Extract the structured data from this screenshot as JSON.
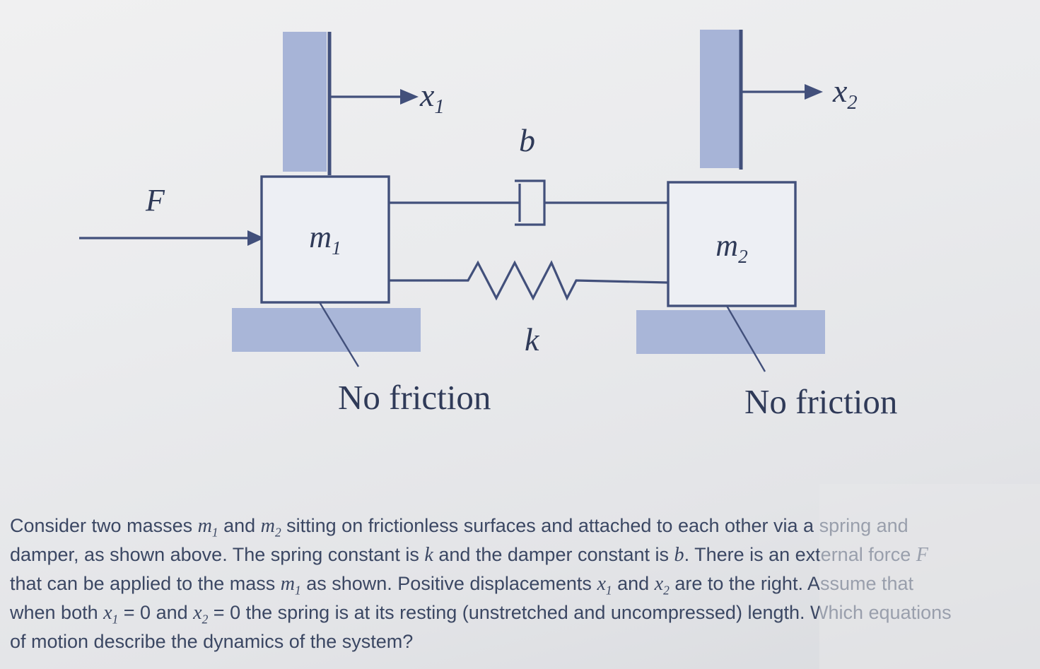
{
  "diagram": {
    "labels": {
      "x1": {
        "base": "x",
        "sub": "1"
      },
      "x2": {
        "base": "x",
        "sub": "2"
      },
      "m1": {
        "base": "m",
        "sub": "1"
      },
      "m2": {
        "base": "m",
        "sub": "2"
      },
      "force": "F",
      "damper": "b",
      "spring": "k",
      "no_friction_left": "No friction",
      "no_friction_right": "No friction"
    },
    "colors": {
      "wall": "#a7b4d7",
      "ground": "#a9b6d8",
      "line": "#42507b",
      "label_text": "#2f3a58",
      "box_fill": "#edeff4"
    }
  },
  "question": {
    "segments": [
      {
        "t": "text",
        "s": "Consider two masses "
      },
      {
        "t": "math",
        "s": "m",
        "sub": "1"
      },
      {
        "t": "text",
        "s": " and "
      },
      {
        "t": "math",
        "s": "m",
        "sub": "2"
      },
      {
        "t": "text",
        "s": " sitting on frictionless surfaces and attached to each other via a spring and damper, as shown above. The spring constant is "
      },
      {
        "t": "math",
        "s": "k"
      },
      {
        "t": "text",
        "s": " and the damper constant is "
      },
      {
        "t": "math",
        "s": "b"
      },
      {
        "t": "text",
        "s": ". There is an external force "
      },
      {
        "t": "math",
        "s": "F"
      },
      {
        "t": "text",
        "s": " that can be applied to the mass "
      },
      {
        "t": "math",
        "s": "m",
        "sub": "1"
      },
      {
        "t": "text",
        "s": " as shown. Positive displacements "
      },
      {
        "t": "math",
        "s": "x",
        "sub": "1"
      },
      {
        "t": "text",
        "s": " and "
      },
      {
        "t": "math",
        "s": "x",
        "sub": "2"
      },
      {
        "t": "text",
        "s": " are to the right. Assume that when both "
      },
      {
        "t": "math",
        "s": "x",
        "sub": "1"
      },
      {
        "t": "text",
        "s": " = 0 and "
      },
      {
        "t": "math",
        "s": "x",
        "sub": "2"
      },
      {
        "t": "text",
        "s": " = 0 the spring is at its resting (unstretched and uncompressed) length. Which equations of motion describe the dynamics of the system?"
      }
    ]
  }
}
